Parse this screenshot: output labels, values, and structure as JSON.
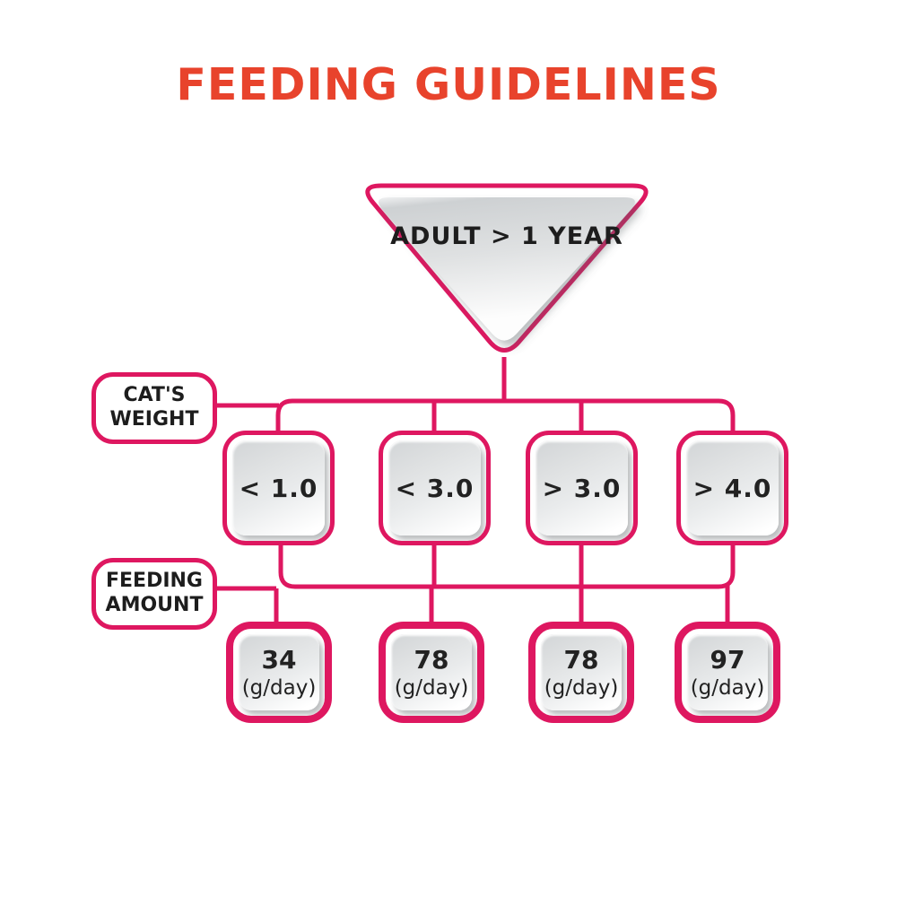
{
  "title": "FEEDING GUIDELINES",
  "root_node": {
    "label": "ADULT > 1 YEAR"
  },
  "row_labels": {
    "weight": {
      "line1": "CAT'S",
      "line2": "WEIGHT"
    },
    "amount": {
      "line1": "FEEDING",
      "line2": "AMOUNT"
    }
  },
  "weight_nodes": [
    {
      "label": "< 1.0"
    },
    {
      "label": "< 3.0"
    },
    {
      "label": "> 3.0"
    },
    {
      "label": "> 4.0"
    }
  ],
  "amount_nodes": [
    {
      "value": "34",
      "unit": "(g/day)"
    },
    {
      "value": "78",
      "unit": "(g/day)"
    },
    {
      "value": "78",
      "unit": "(g/day)"
    },
    {
      "value": "97",
      "unit": "(g/day)"
    }
  ],
  "colors": {
    "accent_pink": "#DE1760",
    "title_red": "#E8432C",
    "text_dark": "#1D1D1D",
    "node_gray": "#D5D8DA"
  }
}
